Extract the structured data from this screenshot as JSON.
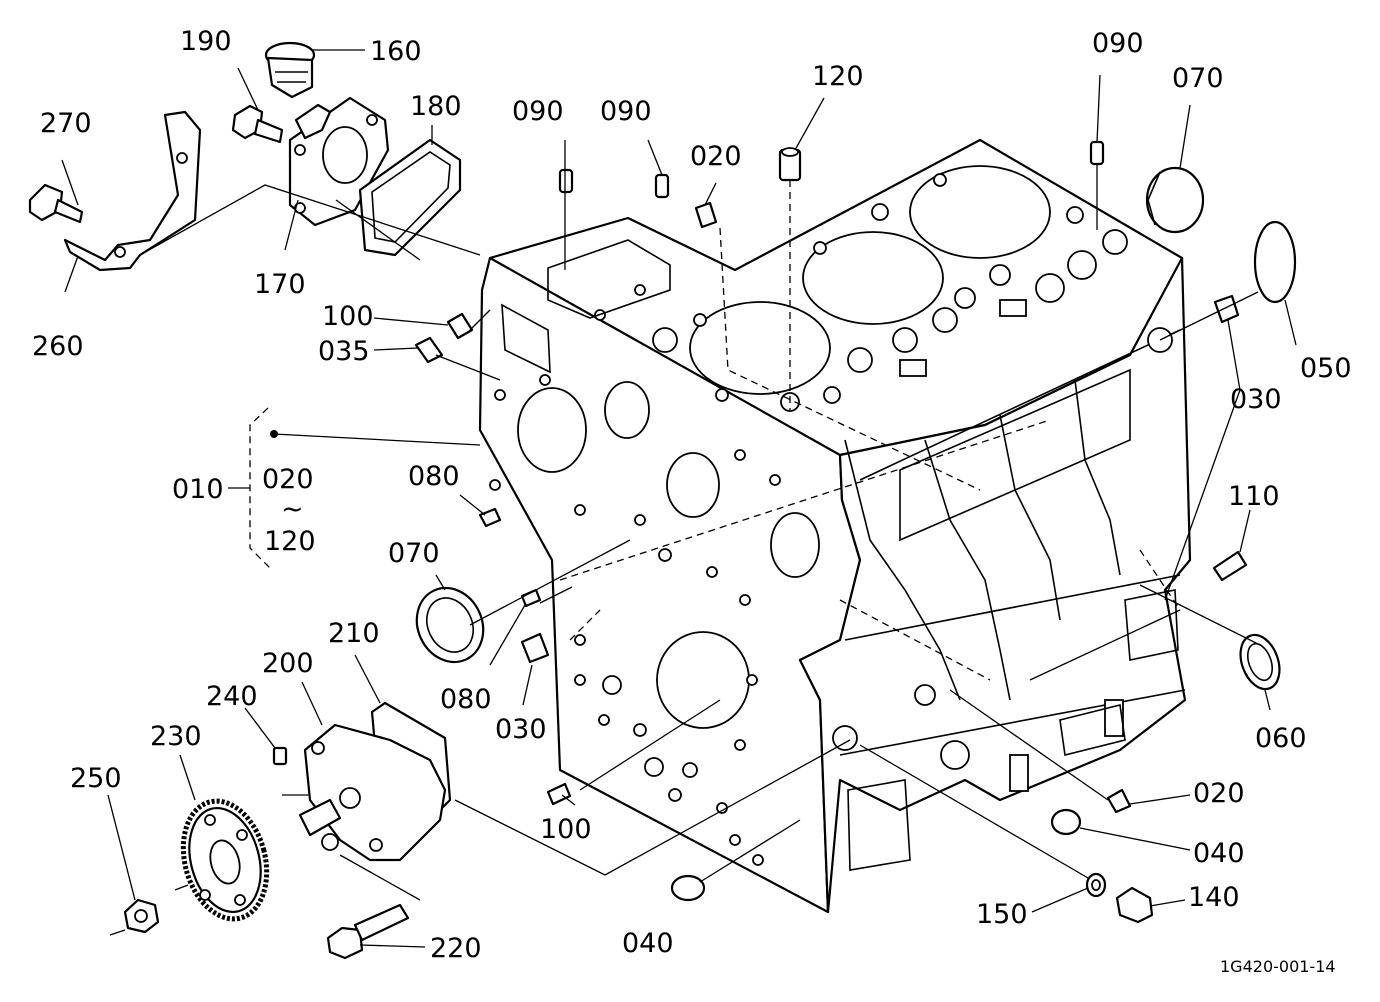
{
  "labels": {
    "p010": "010",
    "p020_range": "020",
    "p120_range": "120",
    "range_tilde": "~",
    "p270": "270",
    "p260": "260",
    "p190": "190",
    "p160": "160",
    "p180": "180",
    "p170": "170",
    "p090_a": "090",
    "p090_b": "090",
    "p090_c": "090",
    "p020_top": "020",
    "p120_top": "120",
    "p070_top": "070",
    "p050": "050",
    "p030_right": "030",
    "p100_top": "100",
    "p035": "035",
    "p080_a": "080",
    "p070_left": "070",
    "p080_b": "080",
    "p030_front": "030",
    "p110": "110",
    "p060": "060",
    "p210": "210",
    "p200": "200",
    "p240": "240",
    "p230": "230",
    "p250": "250",
    "p100_bottom": "100",
    "p220": "220",
    "p040_left": "040",
    "p020_bottom": "020",
    "p040_right": "040",
    "p150": "150",
    "p140": "140"
  },
  "figure_ref": "1G420-001-14"
}
